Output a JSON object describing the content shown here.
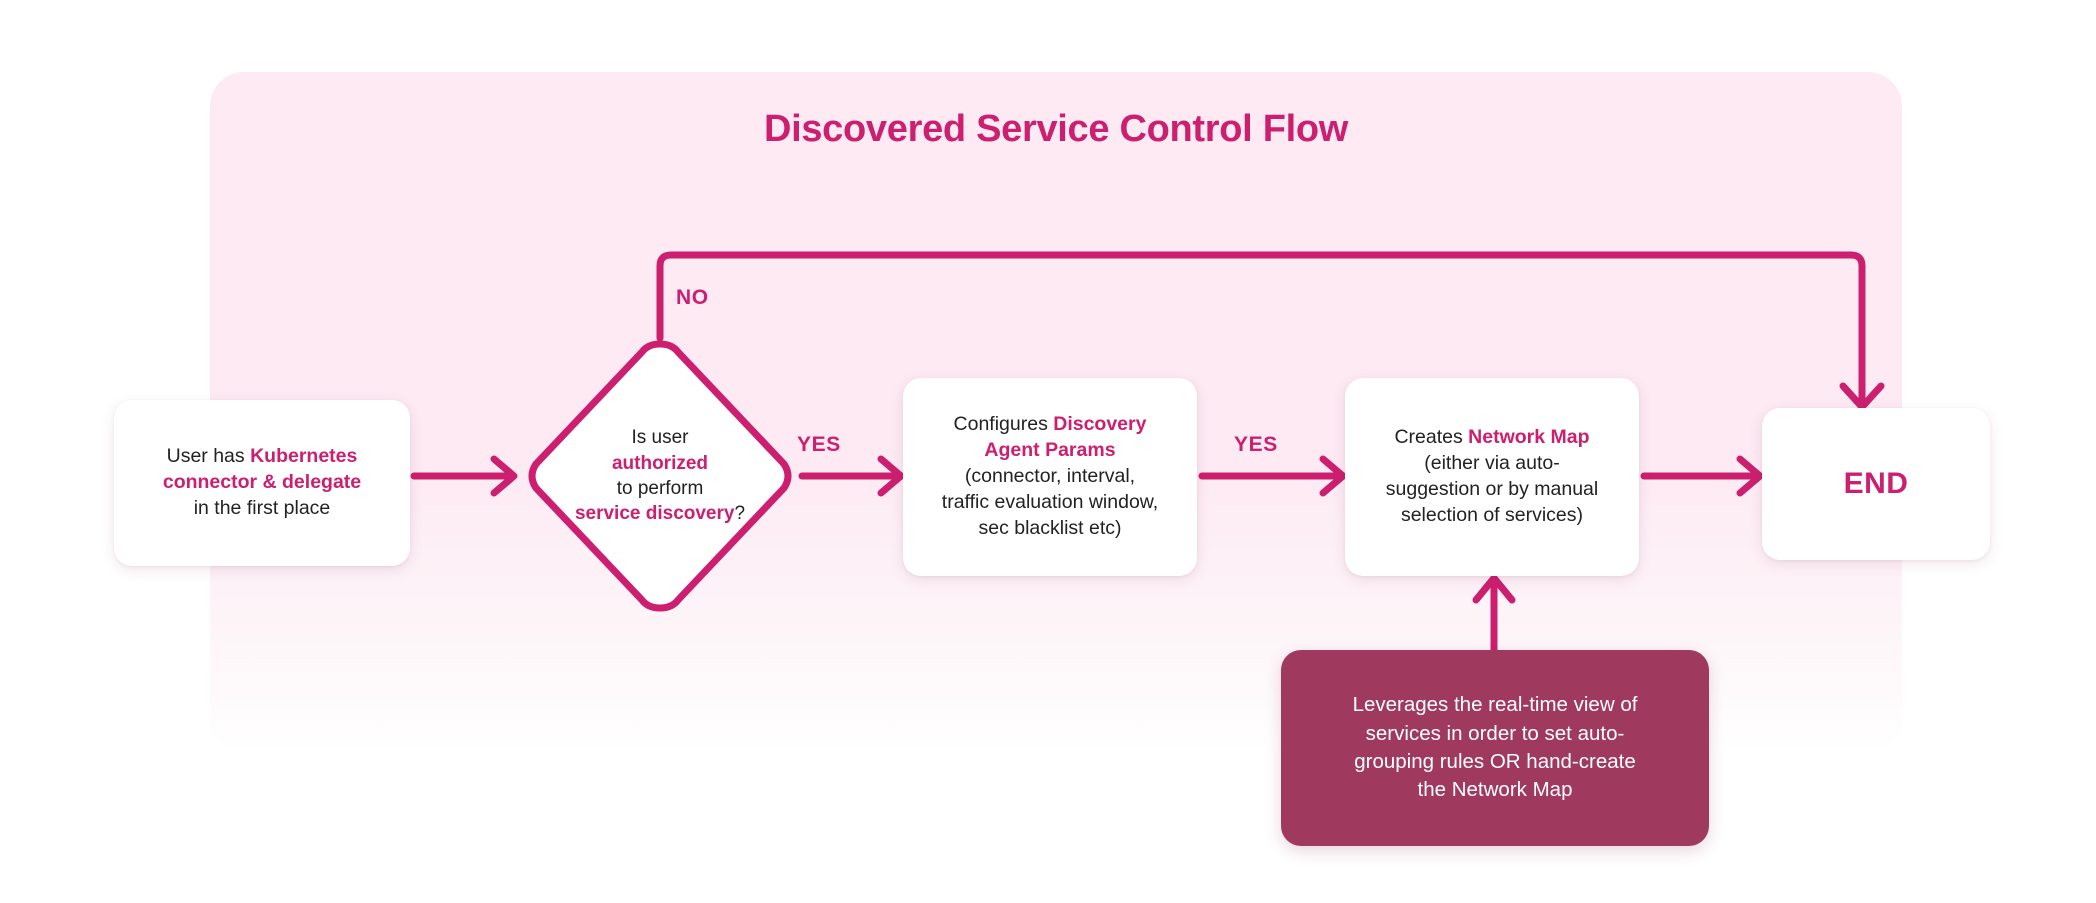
{
  "diagram": {
    "title": "Discovered Service Control Flow",
    "colors": {
      "accent": "#cc1f6f",
      "panel_bg": "#fdeaf3",
      "note_bg": "#9f3a5e",
      "node_bg": "#ffffff",
      "body_text": "#222222",
      "page_bg": "#ffffff"
    },
    "nodes": {
      "start": {
        "shape": "rounded-rect",
        "lines": [
          {
            "segments": [
              {
                "text": "User has ",
                "emphasis": false
              },
              {
                "text": "Kubernetes",
                "emphasis": true
              }
            ]
          },
          {
            "segments": [
              {
                "text": "connector & delegate",
                "emphasis": true
              }
            ]
          },
          {
            "segments": [
              {
                "text": "in the first place",
                "emphasis": false
              }
            ]
          }
        ],
        "plain_text": "User has Kubernetes connector & delegate in the first place"
      },
      "decision": {
        "shape": "diamond",
        "lines": [
          {
            "segments": [
              {
                "text": "Is user",
                "emphasis": false
              }
            ]
          },
          {
            "segments": [
              {
                "text": "authorized",
                "emphasis": true
              }
            ]
          },
          {
            "segments": [
              {
                "text": "to perform",
                "emphasis": false
              }
            ]
          },
          {
            "segments": [
              {
                "text": "service discovery",
                "emphasis": true
              },
              {
                "text": "?",
                "emphasis": false
              }
            ]
          }
        ],
        "plain_text": "Is user authorized to perform service discovery?"
      },
      "configure": {
        "shape": "rounded-rect",
        "lines": [
          {
            "segments": [
              {
                "text": "Configures ",
                "emphasis": false
              },
              {
                "text": "Discovery",
                "emphasis": true
              }
            ]
          },
          {
            "segments": [
              {
                "text": "Agent Params",
                "emphasis": true
              }
            ]
          },
          {
            "segments": [
              {
                "text": "(connector, interval,",
                "emphasis": false
              }
            ]
          },
          {
            "segments": [
              {
                "text": "traffic evaluation window,",
                "emphasis": false
              }
            ]
          },
          {
            "segments": [
              {
                "text": "sec blacklist etc)",
                "emphasis": false
              }
            ]
          }
        ],
        "plain_text": "Configures Discovery Agent Params (connector, interval, traffic evaluation window, sec blacklist etc)"
      },
      "network_map": {
        "shape": "rounded-rect",
        "lines": [
          {
            "segments": [
              {
                "text": "Creates ",
                "emphasis": false
              },
              {
                "text": "Network Map",
                "emphasis": true
              }
            ]
          },
          {
            "segments": [
              {
                "text": "(either via auto-",
                "emphasis": false
              }
            ]
          },
          {
            "segments": [
              {
                "text": "suggestion or by manual",
                "emphasis": false
              }
            ]
          },
          {
            "segments": [
              {
                "text": "selection of services)",
                "emphasis": false
              }
            ]
          }
        ],
        "plain_text": "Creates Network Map (either via auto-suggestion or by manual selection of services)"
      },
      "end": {
        "shape": "rounded-rect",
        "label": "END"
      },
      "note": {
        "shape": "rounded-rect-filled",
        "lines": [
          "Leverages the real-time view of",
          "services in order to set auto-",
          "grouping rules OR hand-create",
          "the Network Map"
        ],
        "plain_text": "Leverages the real-time view of services in order to set auto-grouping rules OR hand-create the Network Map"
      }
    },
    "edges": [
      {
        "from": "start",
        "to": "decision",
        "label": ""
      },
      {
        "from": "decision",
        "to": "configure",
        "label": "YES"
      },
      {
        "from": "configure",
        "to": "network_map",
        "label": "YES"
      },
      {
        "from": "network_map",
        "to": "end",
        "label": ""
      },
      {
        "from": "decision",
        "to": "end",
        "label": "NO",
        "routing": "top-around"
      },
      {
        "from": "note",
        "to": "network_map",
        "label": "",
        "routing": "upward"
      }
    ],
    "edge_labels": {
      "no": "NO",
      "yes_first": "YES",
      "yes_second": "YES"
    }
  }
}
